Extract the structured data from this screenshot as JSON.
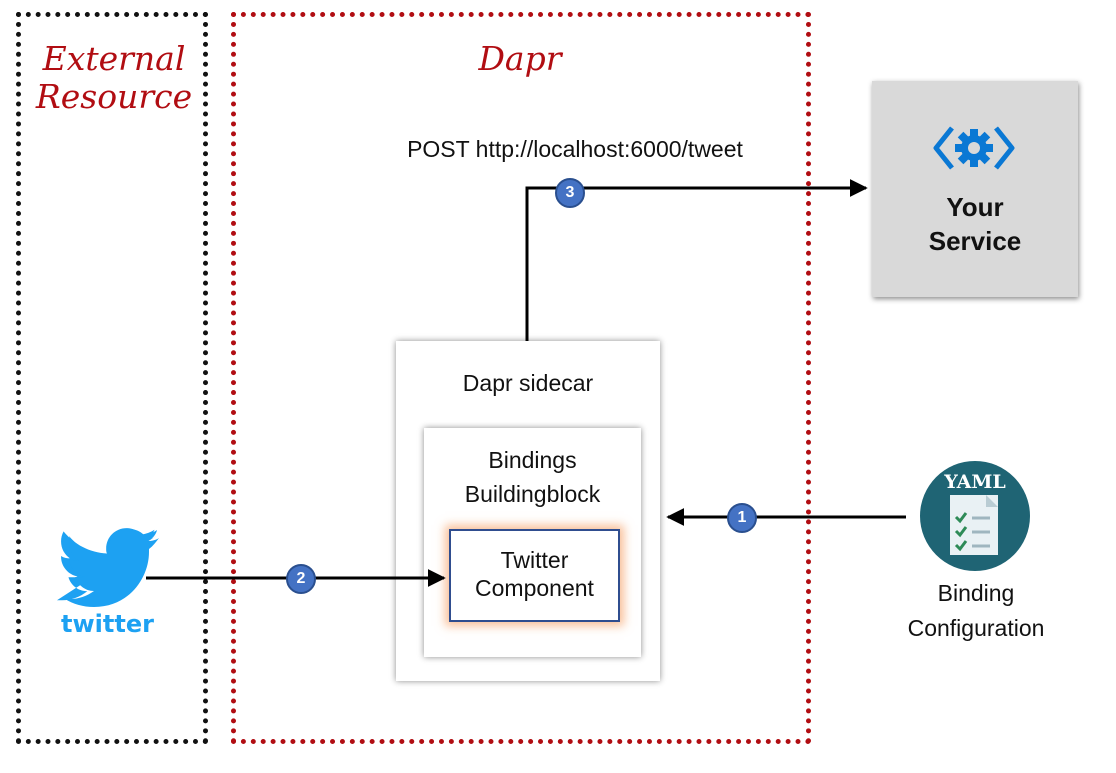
{
  "zones": {
    "external": {
      "title_line1": "External",
      "title_line2": "Resource"
    },
    "dapr": {
      "title": "Dapr"
    }
  },
  "sidecar": {
    "label": "Dapr sidecar"
  },
  "bindings": {
    "label_line1": "Bindings",
    "label_line2": "Buildingblock"
  },
  "twitter_component": {
    "label_line1": "Twitter",
    "label_line2": "Component"
  },
  "service": {
    "label_line1": "Your",
    "label_line2": "Service",
    "icon": "service-gear-icon"
  },
  "post_request": {
    "label": "POST http://localhost:6000/tweet"
  },
  "binding_configuration": {
    "label_line1": "Binding",
    "label_line2": "Configuration",
    "icon_text": "YAML"
  },
  "twitter": {
    "wordmark": "twitter",
    "icon": "twitter-bird-icon"
  },
  "steps": {
    "one": "1",
    "two": "2",
    "three": "3"
  },
  "colors": {
    "dapr_red": "#b10d12",
    "step_blue": "#4472c4",
    "twitter_blue": "#1da1f2",
    "yaml_teal": "#1f6474",
    "service_gray": "#d9d9d9",
    "component_glow": "#f48c46"
  }
}
